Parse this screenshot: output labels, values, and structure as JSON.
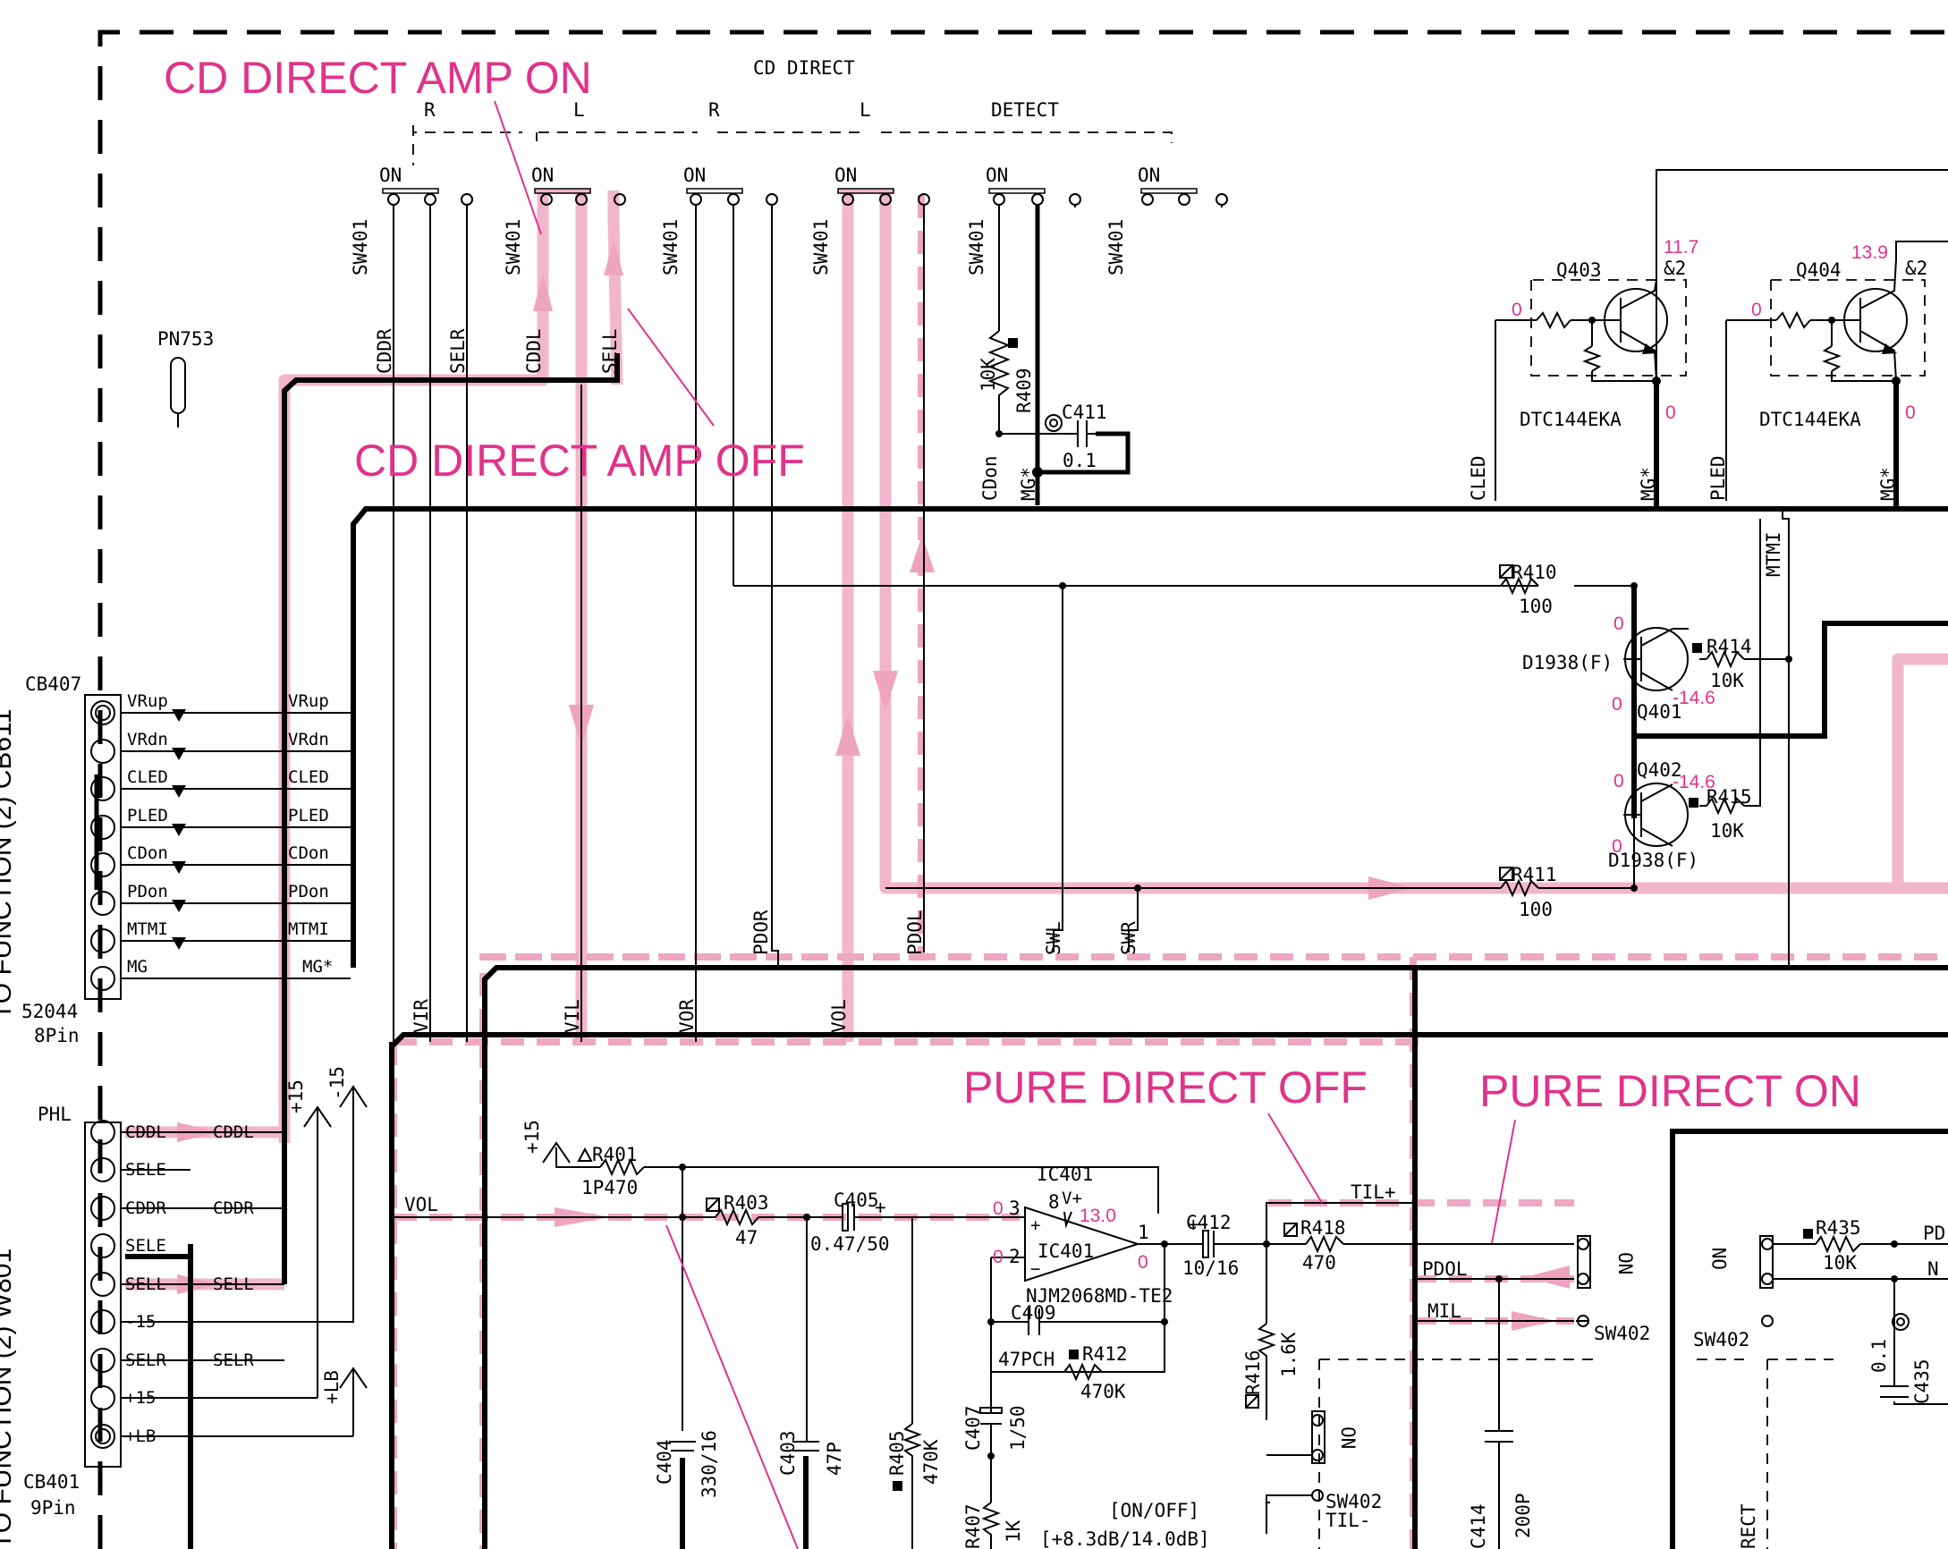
{
  "annotations": {
    "cd_direct_amp_on": "CD DIRECT AMP ON",
    "cd_direct_amp_off": "CD DIRECT AMP OFF",
    "pure_direct_off": "PURE DIRECT OFF",
    "pure_direct_on": "PURE DIRECT ON"
  },
  "cd_direct": {
    "title": "CD DIRECT",
    "groups": [
      "R",
      "L",
      "R",
      "L",
      "DETECT"
    ],
    "on_label": "ON",
    "switch_ref": "SW401",
    "wires": [
      "CDDR",
      "SELR",
      "CDDL",
      "SELL",
      "CDon",
      "MG*"
    ]
  },
  "pn753": "PN753",
  "cb407": {
    "ref": "CB407",
    "pins": [
      "VRup",
      "VRdn",
      "CLED",
      "PLED",
      "CDon",
      "PDon",
      "MTMI",
      "MG"
    ],
    "nets": [
      "VRup",
      "VRdn",
      "CLED",
      "PLED",
      "CDon",
      "PDon",
      "MTMI",
      "MG*"
    ],
    "part": "52044",
    "pins_count": "8Pin",
    "side_label": "TO FUNCTION (2) CB611"
  },
  "phl": {
    "ref": "PHL",
    "pins": [
      "CDDL",
      "SELE",
      "CDDR",
      "SELE",
      "SELL",
      "-15",
      "SELR",
      "+15",
      "+LB"
    ],
    "nets": [
      "CDDL",
      "CDDR",
      "SELL",
      "SELR"
    ],
    "ref2": "CB401",
    "pins_count": "9Pin",
    "side_label": "TO FUNCTION (2) W801"
  },
  "supply": {
    "p15": "+15",
    "m15": "-15",
    "plb": "+LB"
  },
  "transistors": {
    "q403": {
      "ref": "Q403",
      "part": "DTC144EKA",
      "v_c": "11.7",
      "v_c2": "&2",
      "v_b": "0",
      "v_e": "0"
    },
    "q404": {
      "ref": "Q404",
      "part": "DTC144EKA",
      "v_c": "13.9",
      "v_c2": "&2",
      "v_b": "0",
      "v_e": "0"
    },
    "q401": {
      "ref": "Q401",
      "part": "D1938(F)",
      "v_b": "0",
      "v_e": "0",
      "v_c": "-14.6"
    },
    "q402": {
      "ref": "Q402",
      "part": "D1938(F)",
      "v_b": "0",
      "v_e": "0",
      "v_c": "-14.6"
    }
  },
  "nets_mid": {
    "cled": "CLED",
    "pled": "PLED",
    "mg1": "MG*",
    "mg2": "MG*",
    "mtmi": "MTMI",
    "vir": "VIR",
    "vil": "VIL",
    "vor": "VOR",
    "vol": "VOL",
    "pdor": "PDOR",
    "pdol": "PDOL",
    "swl": "SWL",
    "swr": "SWR"
  },
  "components": {
    "r409": {
      "ref": "R409",
      "val": "10K"
    },
    "c411": {
      "ref": "C411",
      "val": "0.1"
    },
    "r410": {
      "ref": "R410",
      "val": "100"
    },
    "r411": {
      "ref": "R411",
      "val": "100"
    },
    "r414": {
      "ref": "R414",
      "val": "10K"
    },
    "r415": {
      "ref": "R415",
      "val": "10K"
    },
    "r401": {
      "ref": "R401",
      "val": "1P470"
    },
    "r403": {
      "ref": "R403",
      "val": "47"
    },
    "c405": {
      "ref": "C405",
      "val": "0.47/50"
    },
    "c412": {
      "ref": "C412",
      "val": "10/16"
    },
    "r418": {
      "ref": "R418",
      "val": "470"
    },
    "c409": {
      "ref": "C409",
      "val": "47PCH"
    },
    "r412": {
      "ref": "R412",
      "val": "470K"
    },
    "r416": {
      "ref": "R416",
      "val": "1.6K"
    },
    "c404": {
      "ref": "C404",
      "val": "330/16"
    },
    "c403": {
      "ref": "C403",
      "val": "47P"
    },
    "r405": {
      "ref": "R405",
      "val": "470K"
    },
    "c407": {
      "ref": "C407",
      "val": "1/50"
    },
    "r407": {
      "ref": "R407",
      "val": "1K"
    },
    "c414": {
      "ref": "C414",
      "val": "200P"
    },
    "r435": {
      "ref": "R435",
      "val": "10K"
    },
    "c435": {
      "ref": "C435",
      "val": "0.1"
    }
  },
  "ic401": {
    "ref": "IC401",
    "ref2": "IC401",
    "part": "NJM2068MD-TE2",
    "vplus": "V+",
    "pin8": "8",
    "pin3": "3",
    "pin2": "2",
    "pin1": "1",
    "v_pin8": "13.0",
    "v_pin3": "0",
    "v_pin2": "0",
    "v_out": "0",
    "plus": "+",
    "minus": "−"
  },
  "sw402": {
    "ref": "SW402",
    "on": "ON",
    "til_p": "TIL+",
    "til_m": "TIL-",
    "pdol": "PDOL",
    "mil": "MIL",
    "onoff": "[ON/OFF]",
    "gain": "[+8.3dB/14.0dB]",
    "vol": "VOL"
  },
  "right_cut": {
    "pd": "PD",
    "n": "N",
    "rect": "RECT"
  }
}
